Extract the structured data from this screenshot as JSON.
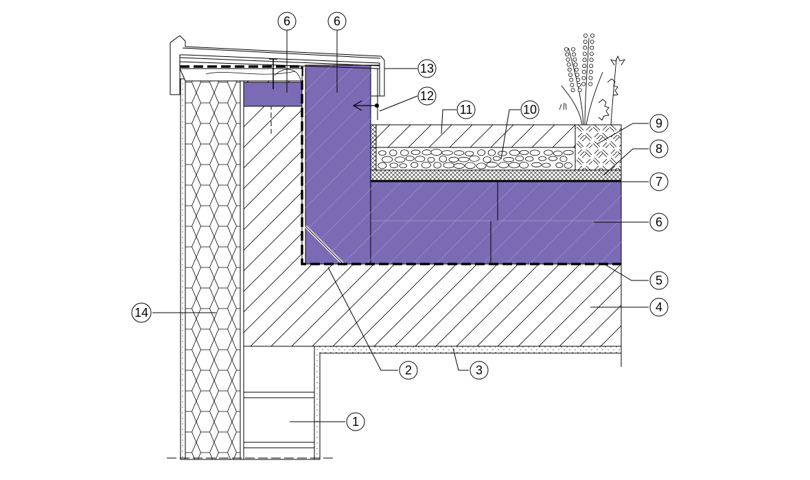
{
  "colors": {
    "insulation": "#7b6bb5",
    "line": "#000000",
    "background": "#ffffff"
  },
  "callouts": {
    "c6a": "6",
    "c6b": "6",
    "c13": "13",
    "c12": "12",
    "c11": "11",
    "c10": "10",
    "c9": "9",
    "c8": "8",
    "c7": "7",
    "c6c": "6",
    "c5": "5",
    "c4": "4",
    "c14": "14",
    "c2": "2",
    "c3": "3",
    "c1": "1"
  }
}
